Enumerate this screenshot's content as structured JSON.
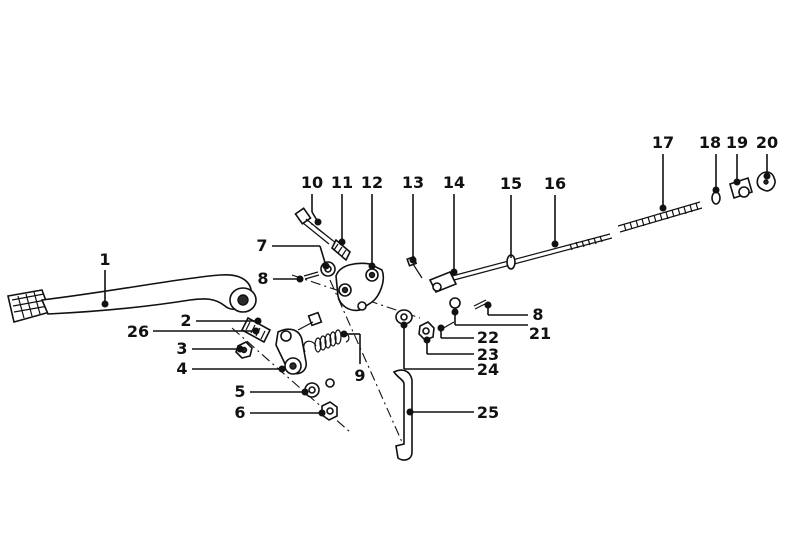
{
  "colors": {
    "ink": "#111111",
    "background": "#ffffff"
  },
  "callouts": [
    {
      "id": "c1",
      "label": "1"
    },
    {
      "id": "c2",
      "label": "2"
    },
    {
      "id": "c26",
      "label": "26"
    },
    {
      "id": "c3",
      "label": "3"
    },
    {
      "id": "c4",
      "label": "4"
    },
    {
      "id": "c5",
      "label": "5"
    },
    {
      "id": "c6",
      "label": "6"
    },
    {
      "id": "c7",
      "label": "7"
    },
    {
      "id": "c8a",
      "label": "8"
    },
    {
      "id": "c9",
      "label": "9"
    },
    {
      "id": "c10",
      "label": "10"
    },
    {
      "id": "c11",
      "label": "11"
    },
    {
      "id": "c12",
      "label": "12"
    },
    {
      "id": "c13",
      "label": "13"
    },
    {
      "id": "c14",
      "label": "14"
    },
    {
      "id": "c15",
      "label": "15"
    },
    {
      "id": "c16",
      "label": "16"
    },
    {
      "id": "c17",
      "label": "17"
    },
    {
      "id": "c18",
      "label": "18"
    },
    {
      "id": "c19",
      "label": "19"
    },
    {
      "id": "c20",
      "label": "20"
    },
    {
      "id": "c8b",
      "label": "8"
    },
    {
      "id": "c21",
      "label": "21"
    },
    {
      "id": "c22",
      "label": "22"
    },
    {
      "id": "c23",
      "label": "23"
    },
    {
      "id": "c24",
      "label": "24"
    },
    {
      "id": "c25",
      "label": "25"
    }
  ]
}
